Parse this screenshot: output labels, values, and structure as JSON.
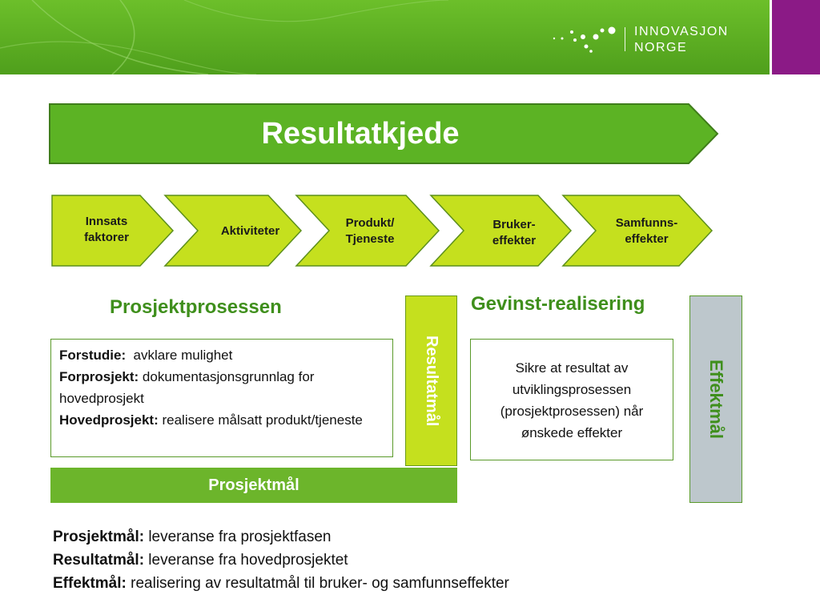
{
  "header": {
    "logo_line1": "INNOVASJON",
    "logo_line2": "NORGE",
    "colors": {
      "green": "#5aac22",
      "purple": "#8b1a86"
    }
  },
  "title": "Resultatkjede",
  "chain": [
    {
      "line1": "Innsats",
      "line2": "faktorer"
    },
    {
      "line1": "Aktiviteter",
      "line2": ""
    },
    {
      "line1": "Produkt/",
      "line2": "Tjeneste"
    },
    {
      "line1": "Bruker-",
      "line2": "effekter"
    },
    {
      "line1": "Samfunns-",
      "line2": "effekter"
    }
  ],
  "left_section": {
    "title": "Prosjektprosessen",
    "items": [
      {
        "label": "Forstudie:",
        "text": "  avklare mulighet"
      },
      {
        "label": "Forprosjekt:",
        "text": " dokumentasjonsgrunnlag for hovedprosjekt"
      },
      {
        "label": "Hovedprosjekt:",
        "text": " realisere målsatt produkt/tjeneste"
      }
    ],
    "bar_label": "Prosjektmål"
  },
  "resultat_bar": "Resultatmål",
  "right_section": {
    "title": "Gevinst-realisering",
    "text": "Sikre at resultat av utviklingsprosessen (prosjektprosessen) når ønskede effekter"
  },
  "effekt_bar": "Effektmål",
  "notes": [
    {
      "label": "Prosjektmål:",
      "text": " leveranse fra prosjektfasen"
    },
    {
      "label": "Resultatmål:",
      "text": " leveranse fra hovedprosjektet"
    },
    {
      "label": "Effektmål:",
      "text": " realisering av resultatmål til bruker- og samfunnseffekter"
    }
  ]
}
